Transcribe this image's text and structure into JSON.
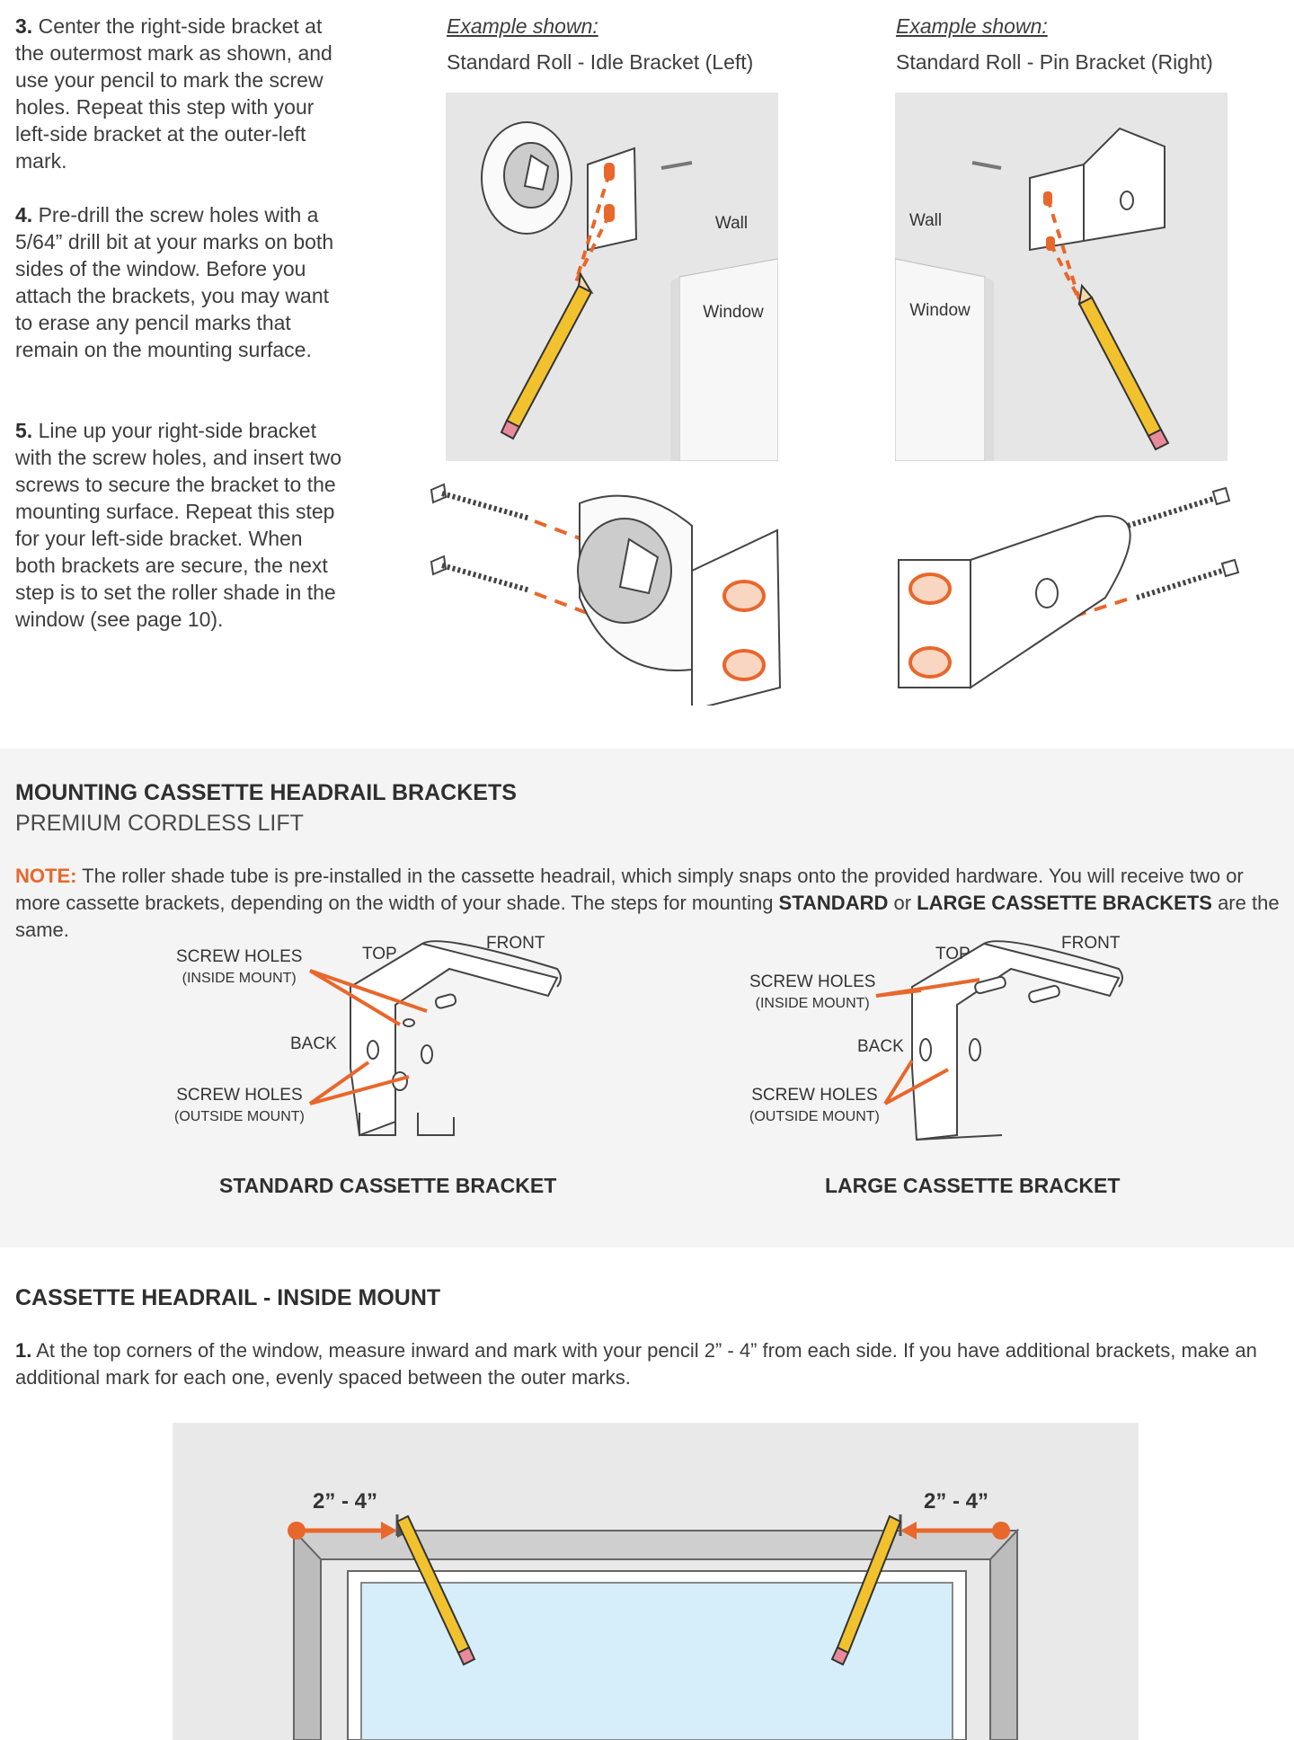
{
  "steps": [
    {
      "num": "3.",
      "text": " Center the right-side bracket at the outermost mark as shown, and use your pencil to mark the screw holes. Repeat this step with your left-side bracket at the outer-left mark."
    },
    {
      "num": "4.",
      "text": " Pre-drill the screw holes with a 5/64” drill bit at your marks on both sides of the window. Before you attach the brackets, you may want to erase any pencil marks that remain on the mounting surface."
    },
    {
      "num": "5.",
      "text": " Line up your right-side bracket with the screw holes, and insert two screws to secure the bracket to the mounting surface. Repeat this step for your left-side bracket. When both brackets are secure, the next step is to set the roller shade in the window (see page 10)."
    }
  ],
  "examples": [
    {
      "title": "Example shown:",
      "subtitle": "Standard Roll - Idle Bracket (Left)"
    },
    {
      "title": "Example shown:",
      "subtitle": "Standard Roll - Pin Bracket (Right)"
    }
  ],
  "illustration_labels": {
    "wall": "Wall",
    "window": "Window"
  },
  "cassette": {
    "title": "MOUNTING CASSETTE HEADRAIL BRACKETS",
    "subtitle": "PREMIUM CORDLESS LIFT",
    "note_label": "NOTE:",
    "note_text_1": " The roller shade tube is pre-installed in the cassette headrail, which simply snaps onto the provided hardware. You will receive two or more cassette brackets, depending on the width of your shade. The steps for mounting ",
    "note_bold_1": "STANDARD",
    "note_text_2": " or ",
    "note_bold_2": "LARGE CASSETTE BRACKETS",
    "note_text_3": " are the same.",
    "labels": {
      "screw_holes": "SCREW HOLES",
      "inside_mount": "(INSIDE MOUNT)",
      "outside_mount": "(OUTSIDE MOUNT)",
      "top": "TOP",
      "front": "FRONT",
      "back": "BACK"
    },
    "standard_caption": "STANDARD CASSETTE BRACKET",
    "large_caption": "LARGE CASSETTE BRACKET"
  },
  "inside_mount": {
    "title": "CASSETTE HEADRAIL - INSIDE MOUNT",
    "step_num": "1.",
    "step_text": " At the top corners of the window, measure inward and mark with your pencil 2” - 4” from each side. If you have additional brackets, make an additional mark for each one, evenly spaced between the outer marks.",
    "measure_left": "2” - 4”",
    "measure_right": "2” - 4”"
  },
  "colors": {
    "accent": "#e8672b",
    "pencil": "#f2c12e",
    "glass": "#d6eefa",
    "wall": "#e9e9e9"
  }
}
